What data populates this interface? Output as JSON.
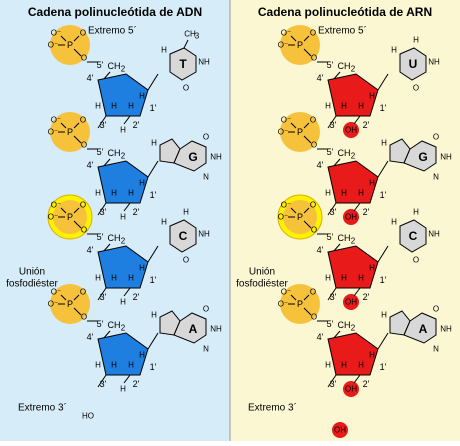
{
  "panels": [
    {
      "id": "dna",
      "title": "Cadena polinucleótida de ADN",
      "bg": "#d6ecf8",
      "sugar_color": "#1f7fe0",
      "oh_circle": false,
      "top_label": "Extremo 5´",
      "bottom_label": "Extremo 3´",
      "link_label_1": "Unión",
      "link_label_2": "fosfodiéster",
      "bases": [
        "T",
        "G",
        "C",
        "A"
      ],
      "first_base_color": "#c00000",
      "methyl": "CH"
    },
    {
      "id": "rna",
      "title": "Cadena polinucleótida de ARN",
      "bg": "#fbf7d2",
      "sugar_color": "#e81a1a",
      "oh_circle": true,
      "top_label": "Extremo 5´",
      "bottom_label": "Extremo 3´",
      "link_label_1": "Unión",
      "link_label_2": "fosfodiéster",
      "bases": [
        "U",
        "G",
        "C",
        "A"
      ],
      "first_base_color": "#c00000",
      "methyl": ""
    }
  ],
  "colors": {
    "phosphate": "#f6c23c",
    "phosphate_highlight": "#fff200",
    "base_fill": "#d8d8d8",
    "rna_oh": "#e81a1a"
  },
  "atoms": {
    "P": "P",
    "O": "O",
    "O_minus": "O⁻",
    "N": "N",
    "H": "H",
    "NH": "NH",
    "H2": "H₂",
    "OH": "OH",
    "HO": "HO",
    "CH2": "CH",
    "sub2": "2",
    "sub3": "3"
  },
  "primes": {
    "p1": "1'",
    "p2": "2'",
    "p3": "3'",
    "p4": "4'",
    "p5": "5'"
  }
}
